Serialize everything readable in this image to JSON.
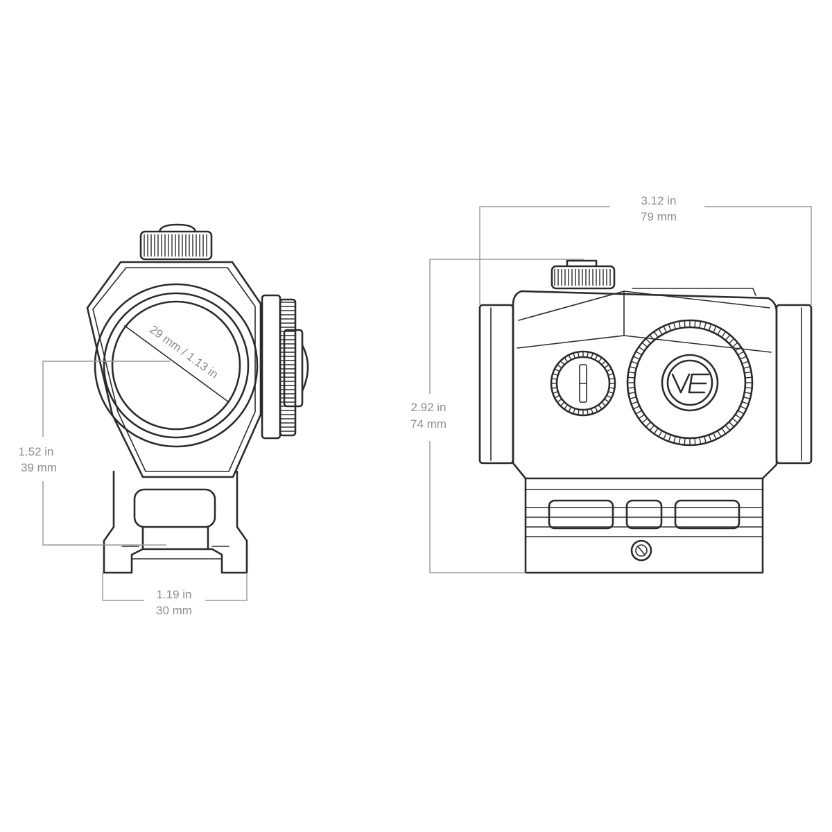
{
  "front_view": {
    "lens_diameter": "29 mm / 1.13 in",
    "height_to_center": {
      "in": "1.52 in",
      "mm": "39 mm"
    },
    "mount_width": {
      "in": "1.19 in",
      "mm": "30 mm"
    }
  },
  "side_view": {
    "overall_length": {
      "in": "3.12 in",
      "mm": "79 mm"
    },
    "overall_height": {
      "in": "2.92 in",
      "mm": "74 mm"
    }
  }
}
